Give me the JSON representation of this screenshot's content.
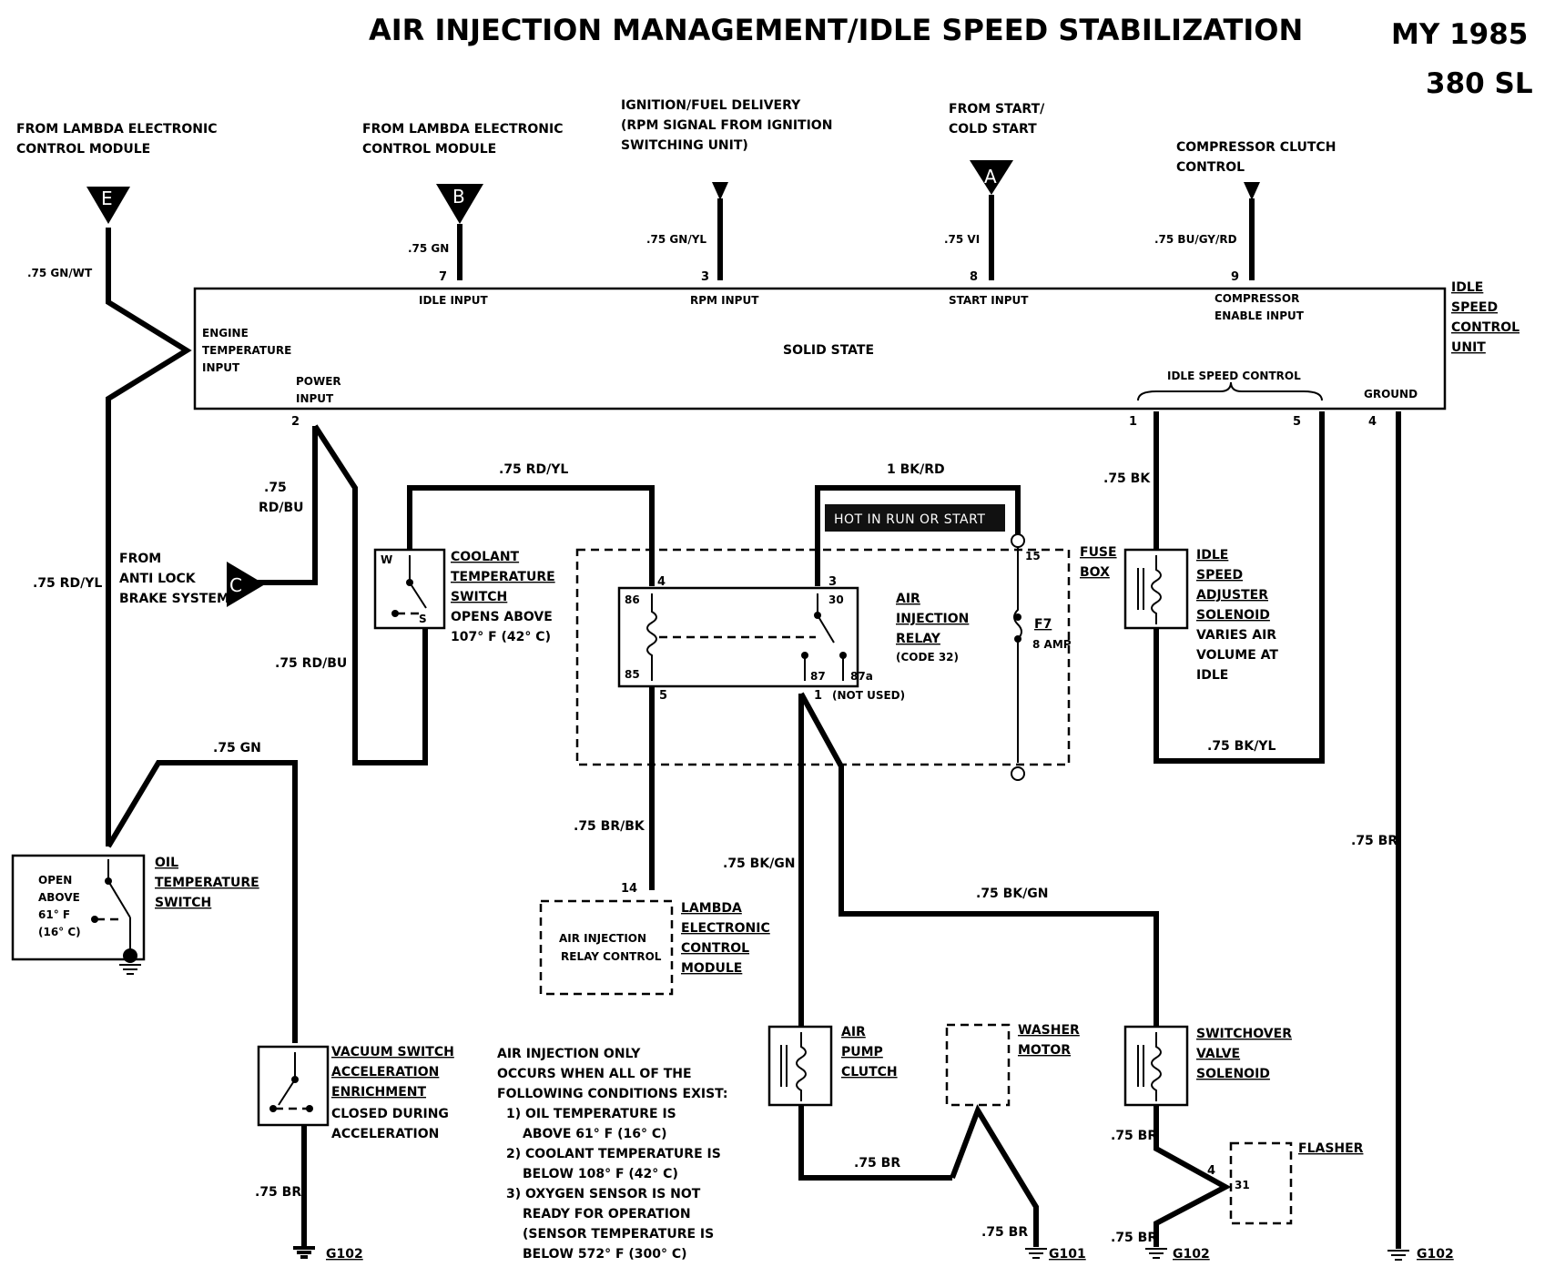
{
  "title": "AIR INJECTION MANAGEMENT/IDLE SPEED STABILIZATION",
  "model_year": "MY 1985",
  "model": "380 SL",
  "connectors": {
    "e": {
      "letter": "E",
      "source": [
        "FROM LAMBDA ELECTRONIC",
        "CONTROL MODULE"
      ],
      "wire": ".75 GN/WT"
    },
    "b": {
      "letter": "B",
      "source": [
        "FROM LAMBDA ELECTRONIC",
        "CONTROL MODULE"
      ],
      "wire": ".75 GN",
      "pin": "7",
      "input": "IDLE INPUT"
    },
    "rpm": {
      "source": [
        "IGNITION/FUEL DELIVERY",
        "(RPM SIGNAL FROM IGNITION",
        "SWITCHING UNIT)"
      ],
      "wire": ".75 GN/YL",
      "pin": "3",
      "input": "RPM INPUT"
    },
    "a": {
      "letter": "A",
      "source": [
        "FROM START/",
        "COLD START"
      ],
      "wire": ".75 VI",
      "pin": "8",
      "input": "START INPUT"
    },
    "comp": {
      "source": [
        "COMPRESSOR CLUTCH",
        "CONTROL"
      ],
      "wire": ".75 BU/GY/RD",
      "pin": "9",
      "input": [
        "COMPRESSOR",
        "ENABLE INPUT"
      ]
    },
    "c": {
      "letter": "C",
      "source": [
        "FROM",
        "ANTI LOCK",
        "BRAKE SYSTEM"
      ]
    }
  },
  "control_unit": {
    "name": [
      "IDLE",
      "SPEED",
      "CONTROL",
      "UNIT"
    ],
    "center_label": "SOLID STATE",
    "engine_temp_input": [
      "ENGINE",
      "TEMPERATURE",
      "INPUT"
    ],
    "power_input": [
      "POWER",
      "INPUT"
    ],
    "power_pin": "2",
    "idle_speed_control": "IDLE SPEED CONTROL",
    "isc_pin_a": "1",
    "isc_pin_b": "5",
    "ground_label": "GROUND",
    "ground_pin": "4"
  },
  "wires": {
    "rd_bu_top": [
      ".75",
      "RD/BU"
    ],
    "rd_bu_low": ".75 RD/BU",
    "rd_yl_left": ".75 RD/YL",
    "rd_yl_top": ".75 RD/YL",
    "bk_rd": "1 BK/RD",
    "gn_oil": ".75 GN",
    "br_bk": ".75 BR/BK",
    "bk_gn_a": ".75 BK/GN",
    "bk_gn_b": ".75 BK/GN",
    "bk": ".75 BK",
    "bk_yl": ".75 BK/YL",
    "br_ground": ".75 BR",
    "br_vac": ".75 BR",
    "br_pump": ".75 BR",
    "br_washer": ".75 BR",
    "br_switch": ".75 BR",
    "br_flasher": ".75 BR"
  },
  "hot_label": "HOT IN RUN OR START",
  "fuse_box": {
    "label": [
      "FUSE",
      "BOX"
    ],
    "fuse": "F7",
    "rating": "8 AMP",
    "pin": "15"
  },
  "relay": {
    "name": [
      "AIR",
      "INJECTION",
      "RELAY"
    ],
    "code": "(CODE 32)",
    "pins": {
      "p86": "86",
      "p85": "85",
      "p30": "30",
      "p87": "87",
      "p87a": "87a"
    },
    "pin4": "4",
    "pin3": "3",
    "pin5": "5",
    "pin1": "1",
    "not_used": "(NOT USED)"
  },
  "coolant_switch": {
    "name": [
      "COOLANT",
      "TEMPERATURE",
      "SWITCH"
    ],
    "desc": [
      "OPENS ABOVE",
      "107° F (42° C)"
    ],
    "w": "W",
    "s": "S"
  },
  "oil_switch": {
    "name": [
      "OIL",
      "TEMPERATURE",
      "SWITCH"
    ],
    "inner": [
      "OPEN",
      "ABOVE",
      "61° F",
      "(16° C)"
    ]
  },
  "vacuum_switch": {
    "name": [
      "VACUUM SWITCH",
      "ACCELERATION",
      "ENRICHMENT"
    ],
    "desc": [
      "CLOSED DURING",
      "ACCELERATION"
    ]
  },
  "lambda_module": {
    "pin": "14",
    "inner": [
      "AIR INJECTION",
      "RELAY CONTROL"
    ],
    "name": [
      "LAMBDA",
      "ELECTRONIC",
      "CONTROL",
      "MODULE"
    ]
  },
  "idle_adjuster": {
    "name": [
      "IDLE",
      "SPEED",
      "ADJUSTER",
      "SOLENOID"
    ],
    "desc": [
      "VARIES AIR",
      "VOLUME AT",
      "IDLE"
    ]
  },
  "air_pump": {
    "name": [
      "AIR",
      "PUMP",
      "CLUTCH"
    ]
  },
  "washer": {
    "name": [
      "WASHER",
      "MOTOR"
    ]
  },
  "switchover": {
    "name": [
      "SWITCHOVER",
      "VALVE",
      "SOLENOID"
    ]
  },
  "flasher": {
    "name": "FLASHER",
    "pin_in": "4",
    "pin_box": "31"
  },
  "grounds": {
    "g_vac": "G102",
    "g_washer": "G101",
    "g_switch": "G102",
    "g_right": "G102"
  },
  "notes": [
    "AIR INJECTION ONLY",
    "OCCURS WHEN ALL OF THE",
    "FOLLOWING CONDITIONS EXIST:",
    "1) OIL TEMPERATURE IS",
    "ABOVE 61° F (16° C)",
    "2) COOLANT TEMPERATURE IS",
    "BELOW 108° F (42° C)",
    "3) OXYGEN SENSOR IS NOT",
    "READY FOR OPERATION",
    "(SENSOR TEMPERATURE IS",
    "BELOW 572° F (300° C)"
  ]
}
